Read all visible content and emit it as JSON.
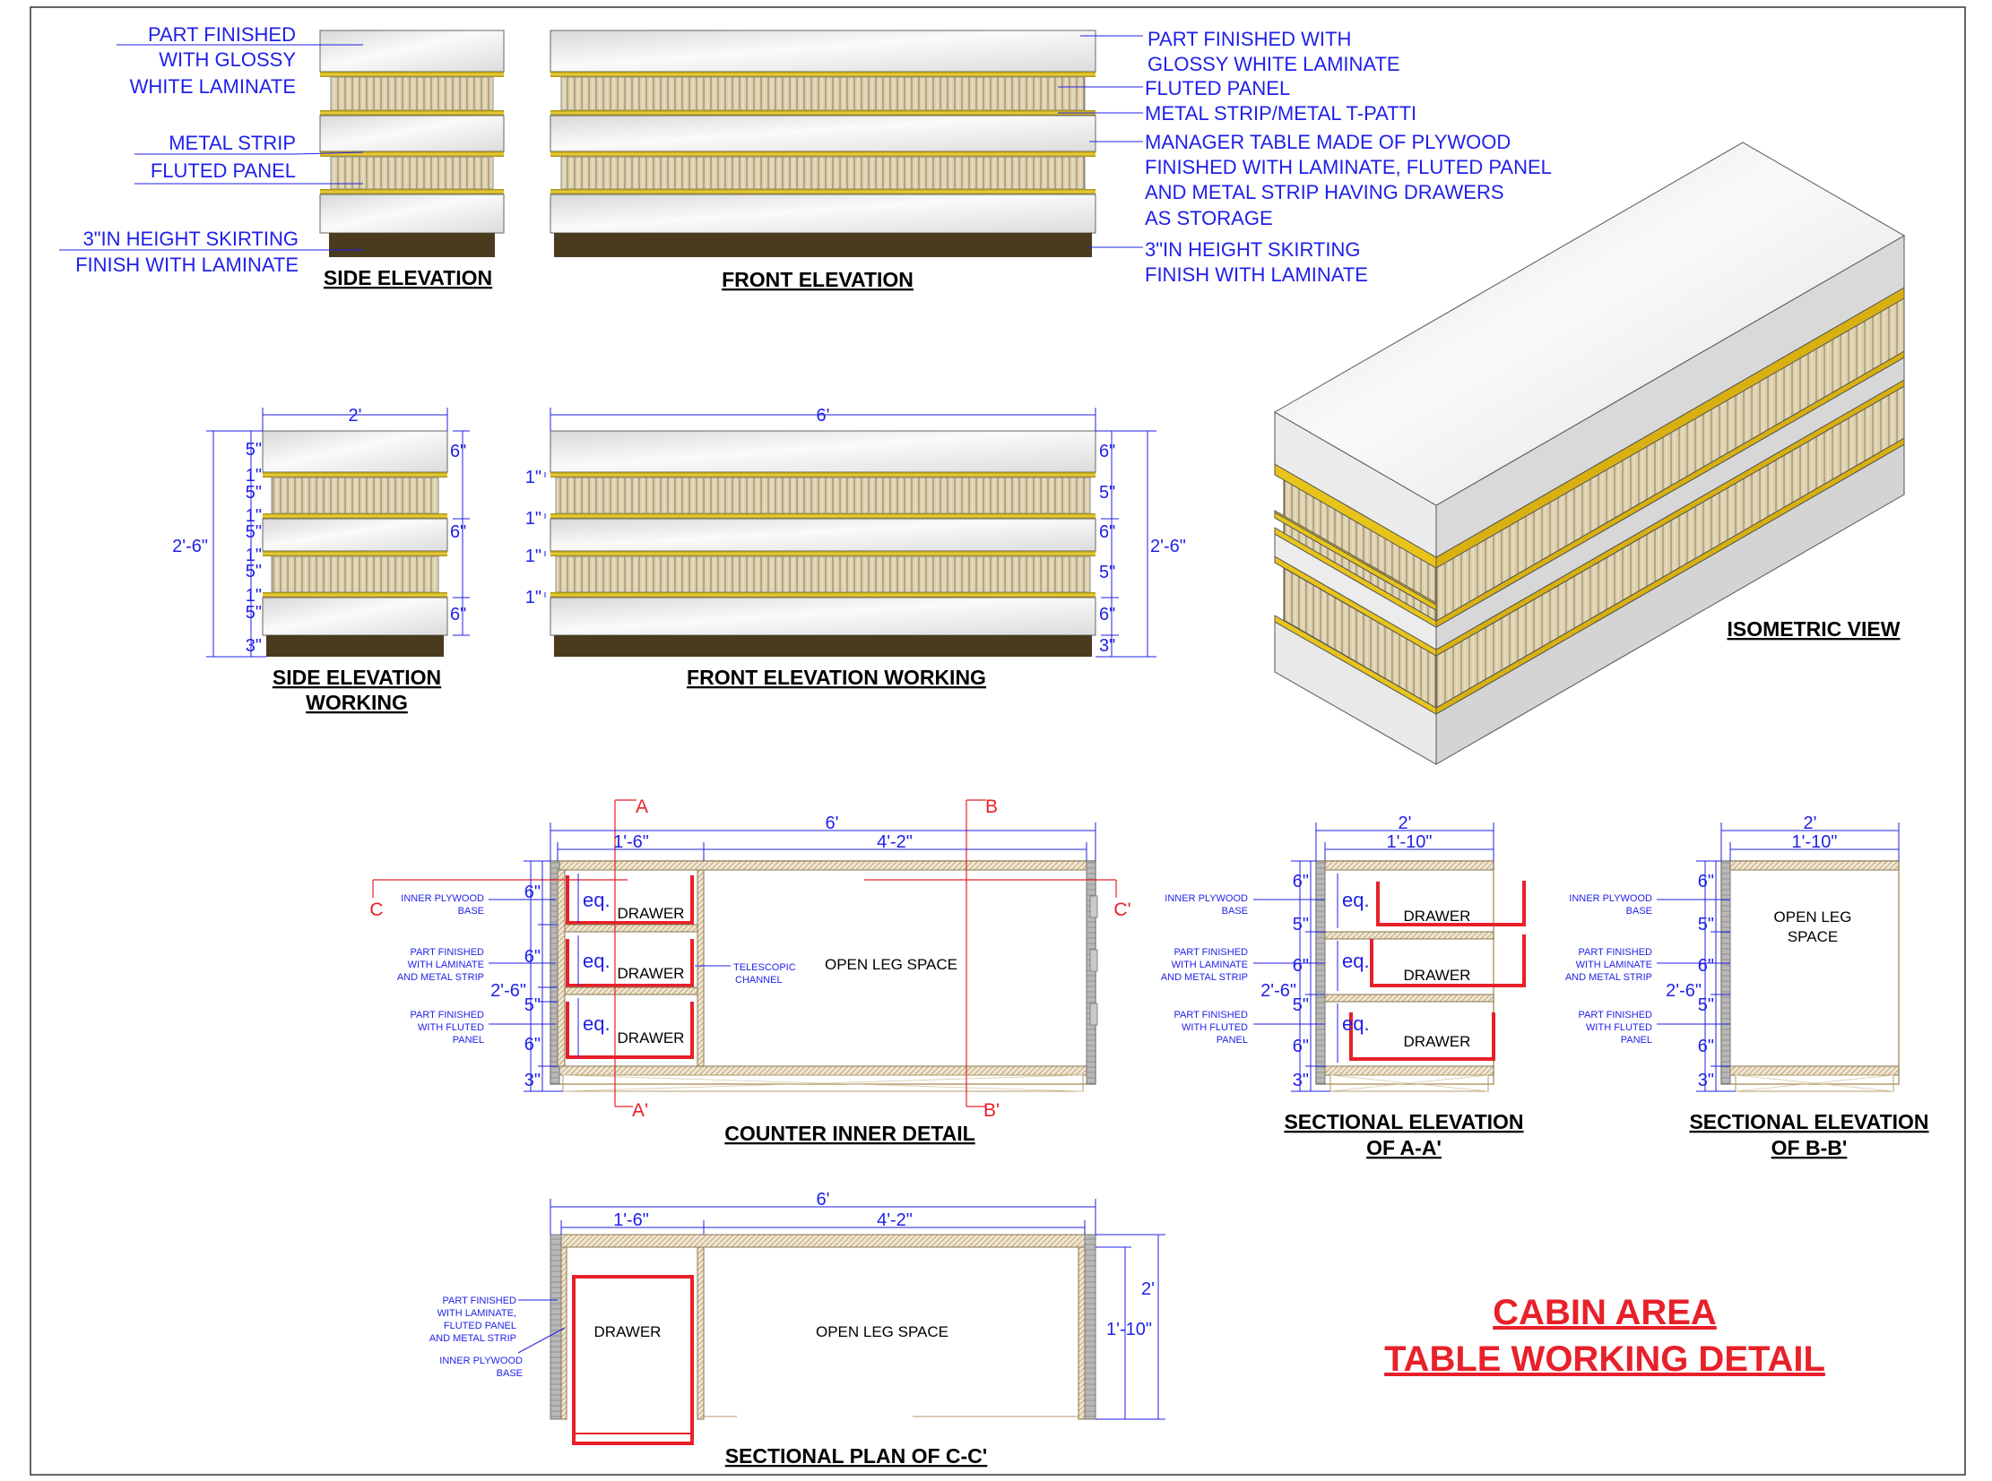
{
  "title": {
    "line1": "CABIN AREA",
    "line2": "TABLE WORKING DETAIL"
  },
  "colors": {
    "annotation": "#1f1fe8",
    "section": "#e8202a",
    "metal": "#e8c41a",
    "skirting": "#4a3a1e",
    "fluted": "#d8cba8",
    "laminate": "#f2f2f2"
  },
  "side_elevation": {
    "caption": "SIDE ELEVATION",
    "callouts": [
      "PART FINISHED",
      "WITH GLOSSY",
      "WHITE LAMINATE",
      "METAL STRIP",
      "FLUTED PANEL",
      "3\"IN HEIGHT SKIRTING",
      "FINISH WITH LAMINATE"
    ]
  },
  "front_elevation": {
    "caption": "FRONT ELEVATION",
    "callouts": [
      "PART FINISHED WITH",
      "GLOSSY WHITE LAMINATE",
      "FLUTED PANEL",
      "METAL STRIP/METAL T-PATTI",
      "MANAGER TABLE MADE OF PLYWOOD",
      "FINISHED WITH LAMINATE, FLUTED PANEL",
      "AND METAL STRIP HAVING DRAWERS",
      "AS STORAGE",
      "3\"IN HEIGHT SKIRTING",
      "FINISH WITH LAMINATE"
    ]
  },
  "side_working": {
    "caption_line1": "SIDE ELEVATION",
    "caption_line2": "WORKING",
    "width": "2'",
    "height": "2'-6\"",
    "left_dims": [
      "5\"",
      "1\"",
      "5\"",
      "1\"",
      "5\"",
      "1\"",
      "5\"",
      "1\"",
      "5\"",
      "3\""
    ],
    "right_dims": [
      "6\"",
      "6\"",
      "6\""
    ]
  },
  "front_working": {
    "caption": "FRONT ELEVATION WORKING",
    "width": "6'",
    "height": "2'-6\"",
    "left_dims": [
      "1\"",
      "1\"",
      "1\"",
      "1\""
    ],
    "right_dims": [
      "6\"",
      "5\"",
      "6\"",
      "5\"",
      "6\"",
      "3\""
    ]
  },
  "isometric": {
    "caption": "ISOMETRIC VIEW"
  },
  "counter_inner": {
    "caption": "COUNTER INNER DETAIL",
    "width": "6'",
    "w1": "1'-6\"",
    "w2": "4'-2\"",
    "height": "2'-6\"",
    "left_dims": [
      "6\"",
      "6\"",
      "5\"",
      "6\"",
      "3\""
    ],
    "eq": "eq.",
    "drawer": "DRAWER",
    "open_leg": "OPEN LEG SPACE",
    "telescopic": [
      "TELESCOPIC",
      "CHANNEL"
    ],
    "labels": [
      "INNER PLYWOOD",
      "BASE",
      "PART FINISHED",
      "WITH LAMINATE",
      "AND METAL STRIP",
      "PART FINISHED",
      "WITH FLUTED",
      "PANEL"
    ],
    "sections": [
      "A",
      "A'",
      "B",
      "B'",
      "C",
      "C'"
    ]
  },
  "section_aa": {
    "caption_line1": "SECTIONAL ELEVATION",
    "caption_line2": "OF A-A'",
    "width": "2'",
    "inner": "1'-10\"",
    "height": "2'-6\"",
    "left_dims": [
      "6\"",
      "5\"",
      "6\"",
      "5\"",
      "6\"",
      "3\""
    ],
    "eq": "eq.",
    "drawer": "DRAWER",
    "labels": [
      "INNER PLYWOOD",
      "BASE",
      "PART FINISHED",
      "WITH LAMINATE",
      "AND METAL STRIP",
      "PART FINISHED",
      "WITH FLUTED",
      "PANEL"
    ]
  },
  "section_bb": {
    "caption_line1": "SECTIONAL ELEVATION",
    "caption_line2": "OF B-B'",
    "width": "2'",
    "inner": "1'-10\"",
    "height": "2'-6\"",
    "left_dims": [
      "6\"",
      "5\"",
      "6\"",
      "5\"",
      "6\"",
      "3\""
    ],
    "open_leg": [
      "OPEN LEG",
      "SPACE"
    ],
    "labels": [
      "INNER PLYWOOD",
      "BASE",
      "PART FINISHED",
      "WITH LAMINATE",
      "AND METAL STRIP",
      "PART FINISHED",
      "WITH FLUTED",
      "PANEL"
    ]
  },
  "plan_cc": {
    "caption": "SECTIONAL PLAN OF C-C'",
    "width": "6'",
    "w1": "1'-6\"",
    "w2": "4'-2\"",
    "depth": "2'",
    "inner": "1'-10\"",
    "drawer": "DRAWER",
    "open_leg": "OPEN LEG SPACE",
    "labels": [
      "PART FINISHED",
      "WITH LAMINATE,",
      "FLUTED PANEL",
      "AND METAL STRIP",
      "INNER PLYWOOD",
      "BASE"
    ]
  }
}
